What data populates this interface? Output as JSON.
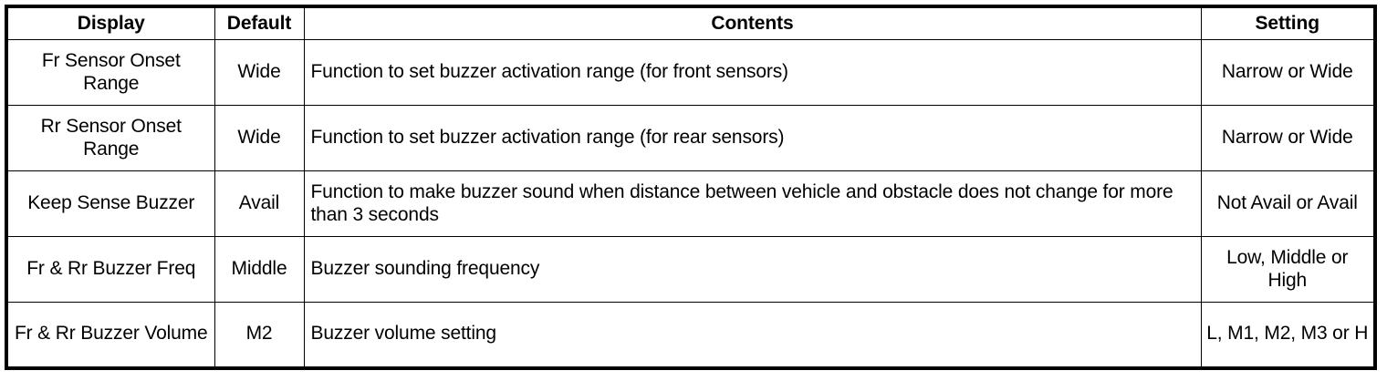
{
  "table": {
    "columns": [
      {
        "key": "display",
        "label": "Display"
      },
      {
        "key": "default",
        "label": "Default"
      },
      {
        "key": "contents",
        "label": "Contents"
      },
      {
        "key": "setting",
        "label": "Setting"
      }
    ],
    "rows": [
      {
        "display": "Fr Sensor Onset Range",
        "default": "Wide",
        "contents": "Function to set buzzer activation range (for front sensors)",
        "setting": "Narrow or Wide"
      },
      {
        "display": "Rr Sensor Onset Range",
        "default": "Wide",
        "contents": "Function to set buzzer activation range (for rear sensors)",
        "setting": "Narrow or Wide"
      },
      {
        "display": "Keep Sense Buzzer",
        "default": "Avail",
        "contents": "Function to make buzzer sound when distance between vehicle and obstacle does not change for more than 3 seconds",
        "setting": "Not Avail or Avail"
      },
      {
        "display": "Fr & Rr Buzzer Freq",
        "default": "Middle",
        "contents": "Buzzer sounding frequency",
        "setting": "Low, Middle or High"
      },
      {
        "display": "Fr & Rr Buzzer Volume",
        "default": "M2",
        "contents": "Buzzer volume setting",
        "setting": "L, M1, M2, M3 or H"
      }
    ]
  },
  "colors": {
    "border": "#000000",
    "text": "#000000",
    "background": "#ffffff"
  }
}
